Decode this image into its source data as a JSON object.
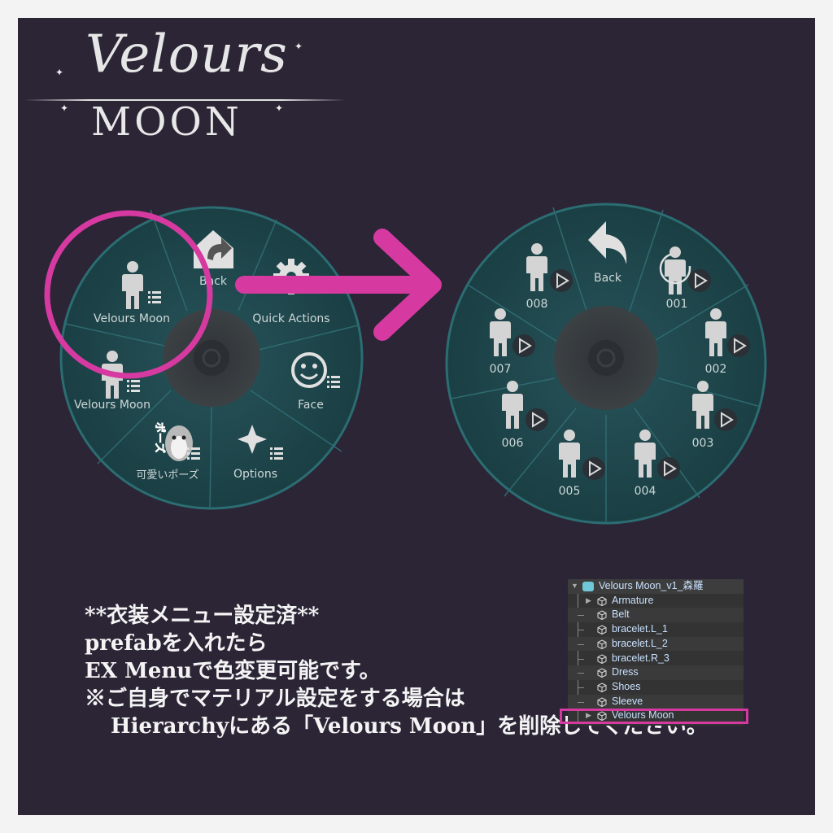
{
  "logo": {
    "script_text": "Velours",
    "caps_text": "MOON"
  },
  "colors": {
    "panel": "#2b2536",
    "accent_magenta": "#d63aa1",
    "wheel_teal": "#1e4a4f"
  },
  "menu_left": {
    "items": [
      {
        "label": "Back",
        "icon": "home-back-icon"
      },
      {
        "label": "Quick Actions",
        "icon": "gear-icon"
      },
      {
        "label": "Face",
        "icon": "smiley-icon"
      },
      {
        "label": "Options",
        "icon": "sparkle-icon"
      },
      {
        "label": "可愛いポーズ",
        "icon": "penguin-pose-icon"
      },
      {
        "label": "Velours Moon",
        "icon": "person-menu-icon"
      },
      {
        "label": "Velours Moon",
        "icon": "person-menu-icon"
      }
    ],
    "sticker_text": "ポーズ"
  },
  "menu_right": {
    "items": [
      {
        "label": "Back",
        "icon": "back-arrow-icon"
      },
      {
        "label": "001",
        "icon": "person-reset-icon"
      },
      {
        "label": "002",
        "icon": "person-play-icon"
      },
      {
        "label": "003",
        "icon": "person-play-icon"
      },
      {
        "label": "004",
        "icon": "person-play-icon"
      },
      {
        "label": "005",
        "icon": "person-play-icon"
      },
      {
        "label": "006",
        "icon": "person-play-icon"
      },
      {
        "label": "007",
        "icon": "person-play-icon"
      },
      {
        "label": "008",
        "icon": "person-play-icon"
      }
    ]
  },
  "notes": {
    "line1": "**衣装メニュー設定済**",
    "line2": "prefabを入れたら",
    "line3": "EX Menuで色変更可能です。",
    "line4": "※ご自身でマテリアル設定をする場合は",
    "line5": "Hierarchyにある「Velours Moon」を削除してください。"
  },
  "hierarchy": {
    "root": "Velours Moon_v1_森羅",
    "children": [
      "Armature",
      "Belt",
      "bracelet.L_1",
      "bracelet.L_2",
      "bracelet.R_3",
      "Dress",
      "Shoes",
      "Sleeve",
      "Velours Moon"
    ]
  }
}
